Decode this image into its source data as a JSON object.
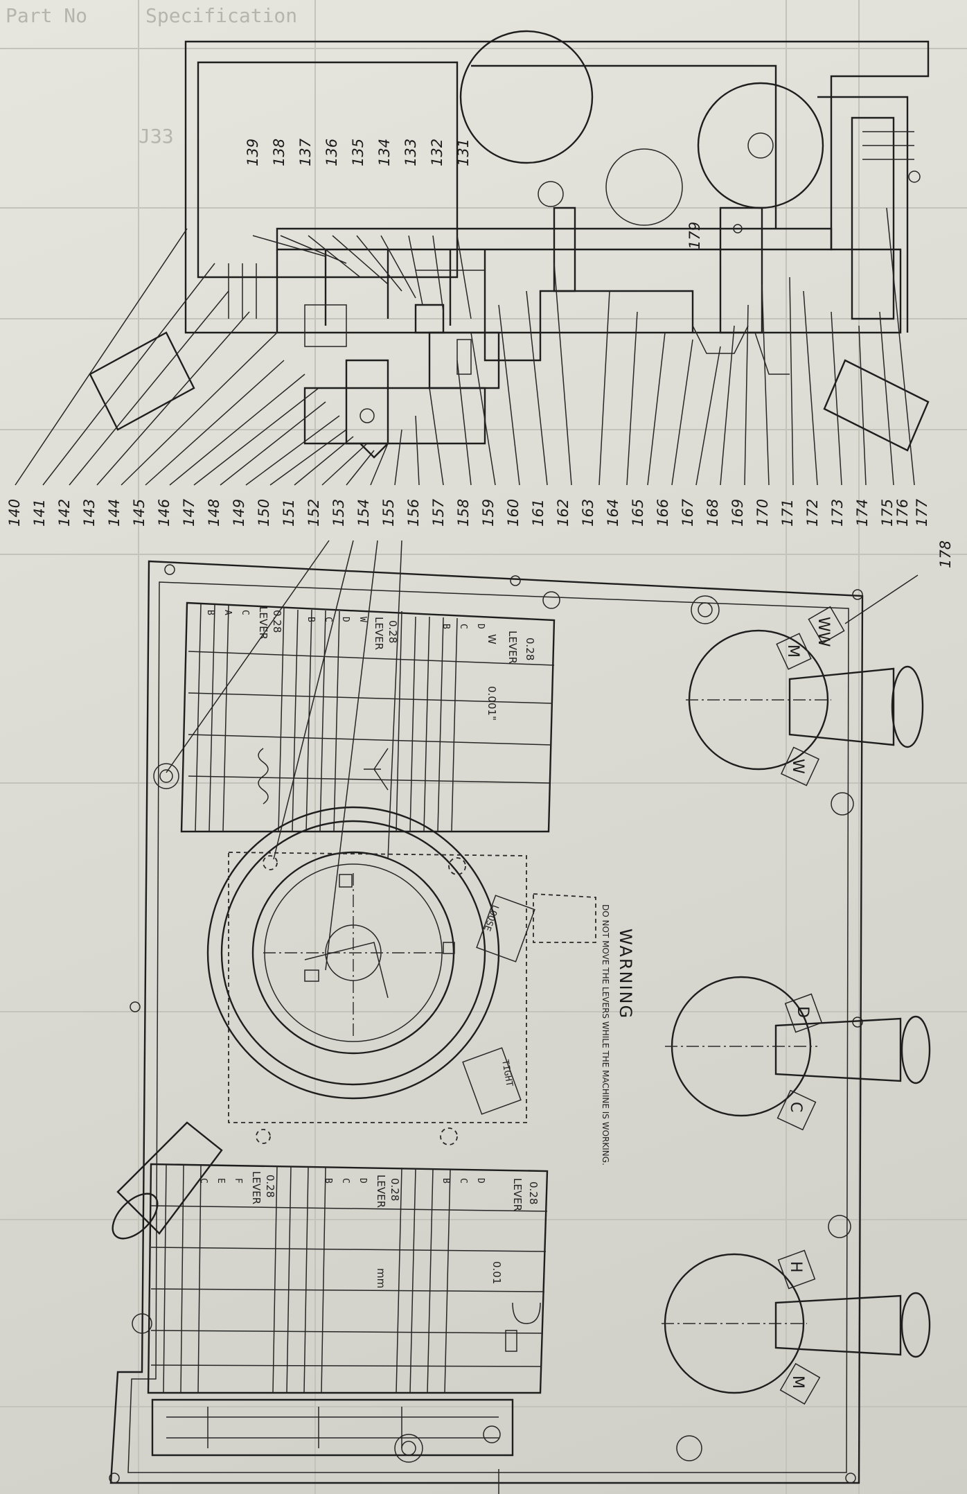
{
  "background_table": {
    "headers": [
      "Part No",
      "Specification"
    ],
    "cells": [
      "J33"
    ]
  },
  "callouts_left": [
    "140",
    "141",
    "142",
    "143",
    "144",
    "145",
    "146",
    "147",
    "148",
    "149",
    "150",
    "151",
    "152",
    "153",
    "154",
    "155",
    "156",
    "157",
    "158",
    "159",
    "160",
    "161",
    "162",
    "163",
    "164",
    "165",
    "166",
    "167",
    "168",
    "169",
    "170",
    "171",
    "172",
    "173",
    "174",
    "175",
    "176",
    "177",
    "178"
  ],
  "callouts_top": [
    "131",
    "132",
    "133",
    "134",
    "135",
    "136",
    "137",
    "138",
    "139"
  ],
  "callout_179": "179",
  "plate": {
    "warning_title": "WARNING",
    "warning_text": "DO NOT MOVE THE LEVERS WHILE THE MACHINE IS WORKING.",
    "tables": [
      {
        "id": "top-table",
        "range_label": "0.28",
        "lever_label": "LEVER",
        "rows": [
          "D",
          "C",
          "B"
        ],
        "header_symbol": "W",
        "spec_label": "0.001\""
      },
      {
        "id": "top-table-2",
        "range_label": "0.28",
        "lever_label": "LEVER",
        "rows": [
          "W",
          "D",
          "C",
          "B"
        ]
      },
      {
        "id": "top-table-3",
        "range_label": "0.28",
        "lever_label": "LEVER",
        "rows": [
          "C",
          "A",
          "B"
        ]
      },
      {
        "id": "bottom-table",
        "range_label": "0.28",
        "lever_label": "LEVER",
        "rows": [
          "D",
          "C",
          "B"
        ],
        "spec_label": "0.01"
      },
      {
        "id": "bottom-table-2",
        "range_label": "0.28",
        "lever_label": "LEVER",
        "rows": [
          "D",
          "C",
          "B"
        ],
        "unit_label": "mm"
      },
      {
        "id": "bottom-table-3",
        "range_label": "0.28",
        "lever_label": "LEVER",
        "rows": [
          "F",
          "E",
          "C"
        ]
      }
    ],
    "knob_labels": {
      "knob1": [
        "WW",
        "M",
        "W"
      ],
      "knob2": [
        "D",
        "C"
      ],
      "knob3": [
        "H",
        "M"
      ]
    },
    "dial_labels": [
      "LOOSE",
      "TIGHT"
    ]
  }
}
